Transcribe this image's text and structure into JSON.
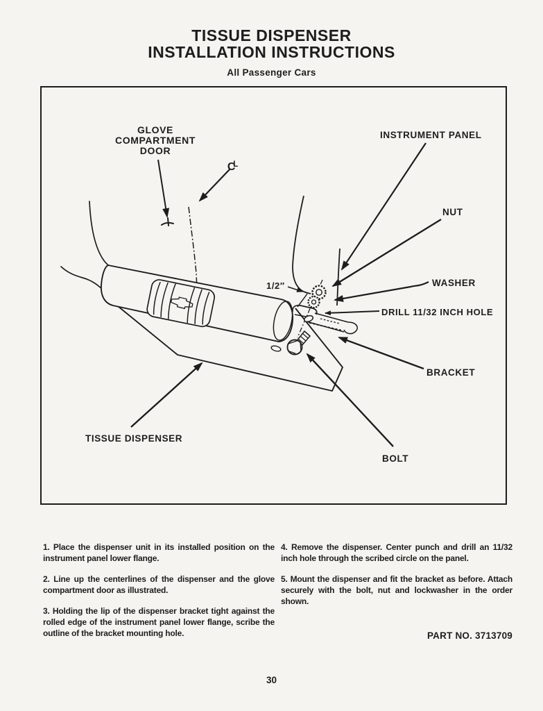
{
  "colors": {
    "ink": "#1d1d1d",
    "paper": "#f5f4f0"
  },
  "page": {
    "title_line1": "TISSUE DISPENSER",
    "title_line2": "INSTALLATION INSTRUCTIONS",
    "subtitle": "All Passenger Cars",
    "part_number": "PART NO. 3713709",
    "page_number": "30"
  },
  "diagram": {
    "labels": {
      "glove_line1": "GLOVE",
      "glove_line2": "COMPARTMENT",
      "glove_line3": "DOOR",
      "centerline_c": "C",
      "centerline_l": "L",
      "instrument_panel": "INSTRUMENT PANEL",
      "nut": "NUT",
      "washer": "WASHER",
      "drill": "DRILL 11/32 INCH HOLE",
      "bracket": "BRACKET",
      "tissue_dispenser": "TISSUE DISPENSER",
      "bolt": "BOLT",
      "half_inch": "1/2″"
    }
  },
  "instructions": {
    "left": [
      "1. Place the dispenser unit in its installed position on the instrument panel lower flange.",
      "2. Line up the centerlines of the dispenser and the glove compartment door as illustrated.",
      "3. Holding the lip of the dispenser bracket tight against the rolled edge of the instrument panel lower flange, scribe the outline of the bracket mounting hole."
    ],
    "right": [
      "4. Remove the dispenser. Center punch and drill an 11/32 inch hole through the scribed circle on the panel.",
      "5. Mount the dispenser and fit the bracket as before. Attach securely with the bolt, nut and lockwasher in the order shown."
    ]
  }
}
